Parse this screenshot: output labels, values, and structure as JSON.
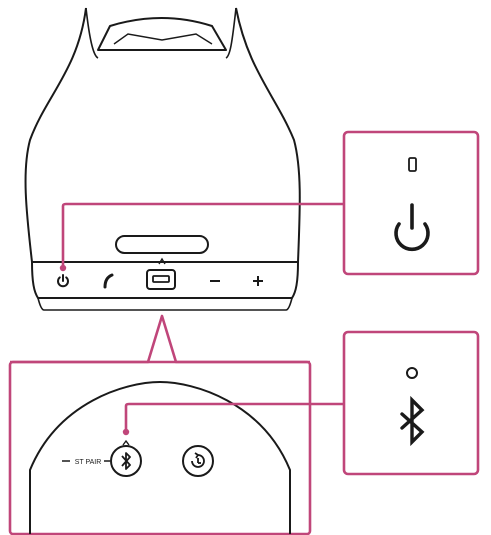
{
  "diagram": {
    "speaker_buttons": [
      {
        "name": "power",
        "icon": "power-icon",
        "interactable": true
      },
      {
        "name": "call",
        "icon": "phone-icon",
        "interactable": true
      },
      {
        "name": "usb-port",
        "icon": "usb-port-icon",
        "interactable": false
      },
      {
        "name": "volume-down",
        "icon": "minus-icon",
        "interactable": true
      },
      {
        "name": "volume-up",
        "icon": "plus-icon",
        "interactable": true
      }
    ],
    "detail_buttons": [
      {
        "name": "bluetooth-pairing",
        "icon": "bluetooth-icon",
        "interactable": true
      },
      {
        "name": "battery-check",
        "icon": "battery-icon",
        "interactable": true
      }
    ],
    "bluetooth_label": "ST PAIR",
    "callouts": {
      "power": {
        "indicator": "power-indicator-led",
        "icon": "power-icon"
      },
      "bluetooth": {
        "indicator": "bluetooth-indicator-led",
        "icon": "bluetooth-icon"
      }
    },
    "colors": {
      "callout": "#c0467a",
      "line": "#1a1a1a"
    }
  }
}
